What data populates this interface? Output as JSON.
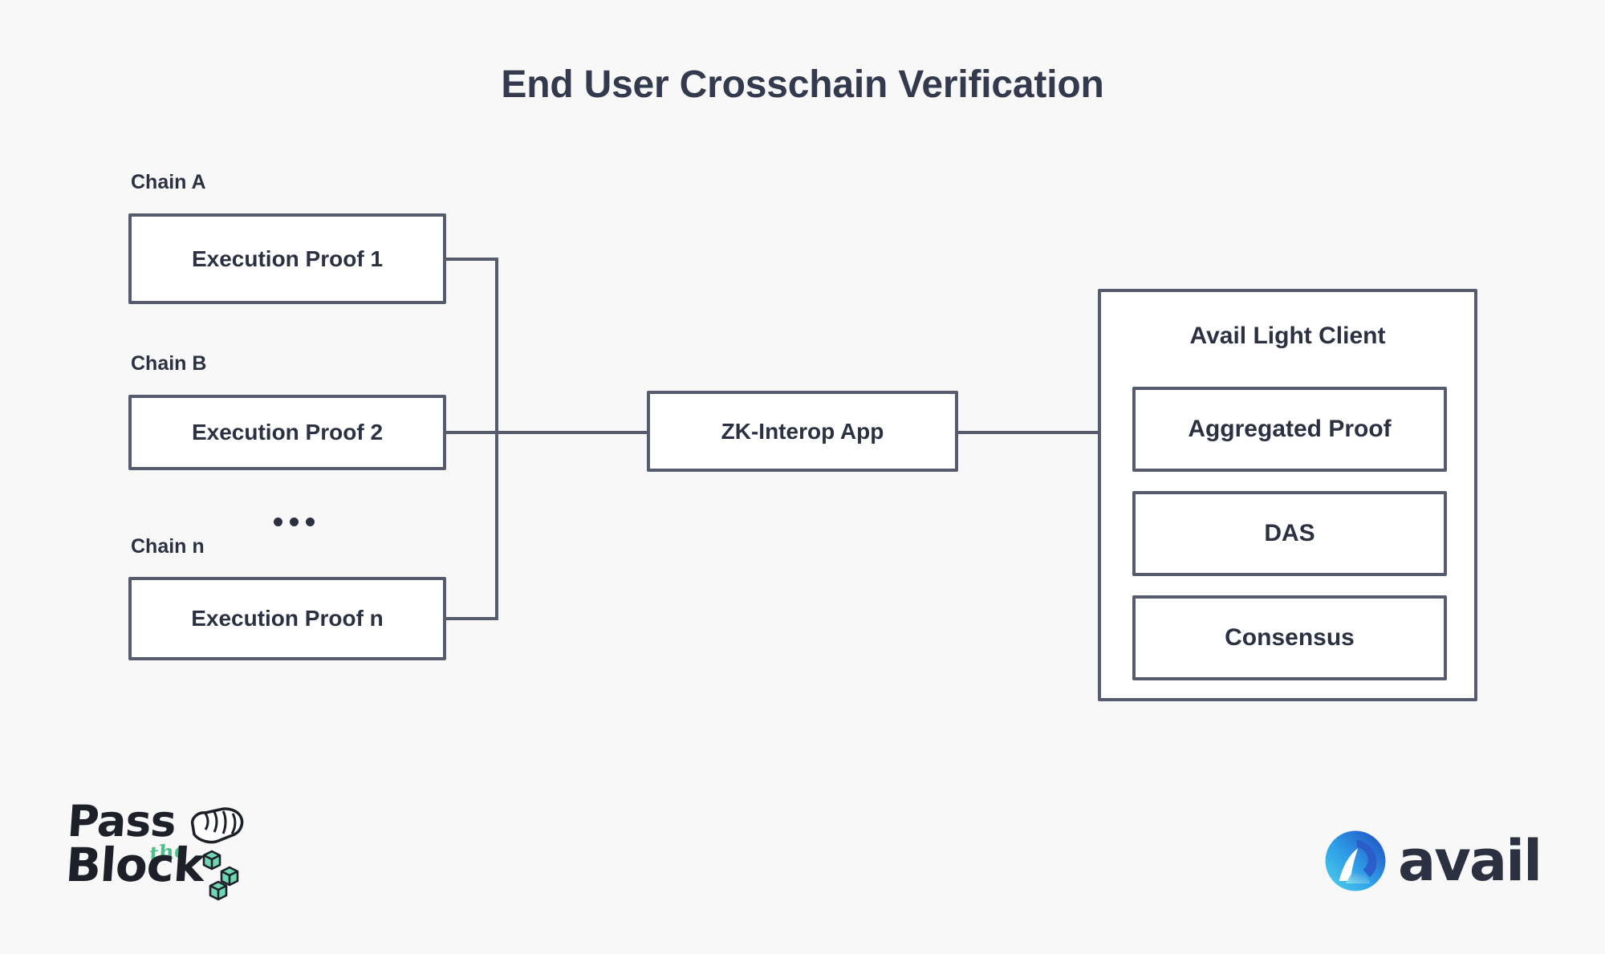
{
  "diagram": {
    "title": "End User Crosschain Verification",
    "background_color": "#f8f8f8",
    "stroke_color": "#565c6e",
    "text_color": "#2c3142",
    "sources": [
      {
        "chain_label": "Chain A",
        "box_label": "Execution Proof 1"
      },
      {
        "chain_label": "Chain B",
        "box_label": "Execution Proof 2"
      },
      {
        "chain_label": "Chain n",
        "box_label": "Execution Proof n"
      }
    ],
    "ellipsis": "...",
    "middle": {
      "box_label": "ZK-Interop App"
    },
    "target": {
      "title": "Avail Light Client",
      "items": [
        {
          "label": "Aggregated Proof"
        },
        {
          "label": "DAS"
        },
        {
          "label": "Consensus"
        }
      ]
    }
  },
  "branding": {
    "pass_the_block": {
      "word1": "Pass",
      "word_the": "the",
      "word2": "Block",
      "text_color": "#1d2029",
      "accent_color": "#4fc08a"
    },
    "avail": {
      "wordmark": "avail",
      "mark_color_light": "#3fb8ef",
      "mark_color_dark": "#1f4fb5",
      "text_color": "#2c3142"
    }
  }
}
